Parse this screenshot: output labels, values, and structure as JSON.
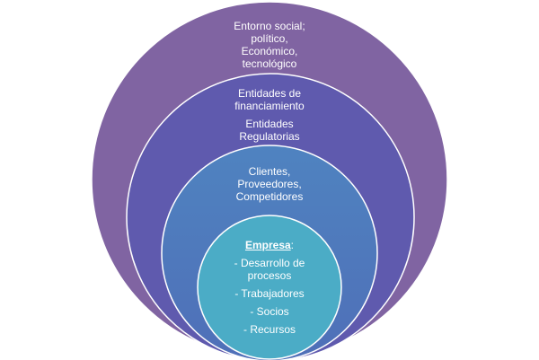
{
  "layers": [
    {
      "id": "environment",
      "lines": [
        "Entorno social;",
        "político,",
        "Económico,",
        "tecnológico"
      ],
      "color": "#8064A2"
    },
    {
      "id": "entities",
      "groups": [
        [
          "Entidades de",
          "financiamiento"
        ],
        [
          "Entidades",
          "Regulatorias"
        ]
      ],
      "color": "#5F5AAE"
    },
    {
      "id": "market",
      "lines": [
        "Clientes,",
        "Proveedores,",
        "Competidores"
      ],
      "color": "#4F7DBD"
    },
    {
      "id": "company",
      "title": "Empresa",
      "title_suffix": ":",
      "items": [
        "- Desarrollo de",
        "procesos",
        "- Trabajadores",
        "- Socios",
        "- Recursos"
      ],
      "color": "#4BACC6"
    }
  ]
}
